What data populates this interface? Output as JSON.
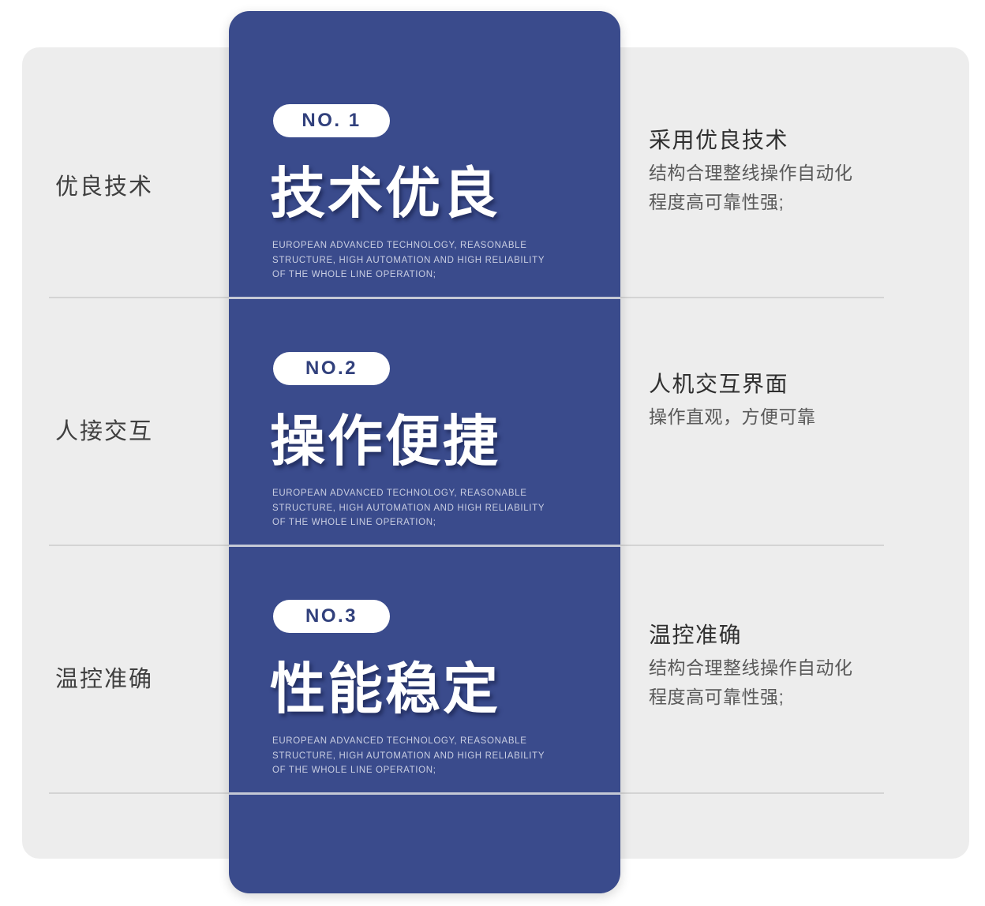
{
  "theme": {
    "page_background": "#ffffff",
    "panel_background": "#ededed",
    "card_background": "#3a4b8c",
    "badge_background": "#ffffff",
    "badge_text_color": "#31407c",
    "divider_color": "#d4d4d4",
    "title_color": "#ffffff",
    "english_text_color": "#c9cee2",
    "left_label_color": "#3f3f3f",
    "right_title_color": "#2f2f2f",
    "right_body_color": "#5a5a5a"
  },
  "rows": [
    {
      "left_label": "优良技术",
      "badge": "NO. 1",
      "headline": "技术优良",
      "english": [
        "EUROPEAN ADVANCED TECHNOLOGY, REASONABLE",
        "STRUCTURE, HIGH AUTOMATION AND HIGH RELIABILITY",
        "OF THE WHOLE LINE OPERATION;"
      ],
      "right_title": "采用优良技术",
      "right_lines": [
        "结构合理整线操作自动化",
        "程度高可靠性强;"
      ]
    },
    {
      "left_label": "人接交互",
      "badge": "NO.2",
      "headline": "操作便捷",
      "english": [
        "EUROPEAN ADVANCED TECHNOLOGY, REASONABLE",
        "STRUCTURE, HIGH AUTOMATION AND HIGH RELIABILITY",
        "OF THE WHOLE LINE OPERATION;"
      ],
      "right_title": "人机交互界面",
      "right_lines": [
        "操作直观，方便可靠",
        ""
      ]
    },
    {
      "left_label": "温控准确",
      "badge": "NO.3",
      "headline": "性能稳定",
      "english": [
        "EUROPEAN ADVANCED TECHNOLOGY, REASONABLE",
        "STRUCTURE, HIGH AUTOMATION AND HIGH RELIABILITY",
        "OF THE WHOLE LINE OPERATION;"
      ],
      "right_title": "温控准确",
      "right_lines": [
        "结构合理整线操作自动化",
        "程度高可靠性强;"
      ]
    }
  ]
}
